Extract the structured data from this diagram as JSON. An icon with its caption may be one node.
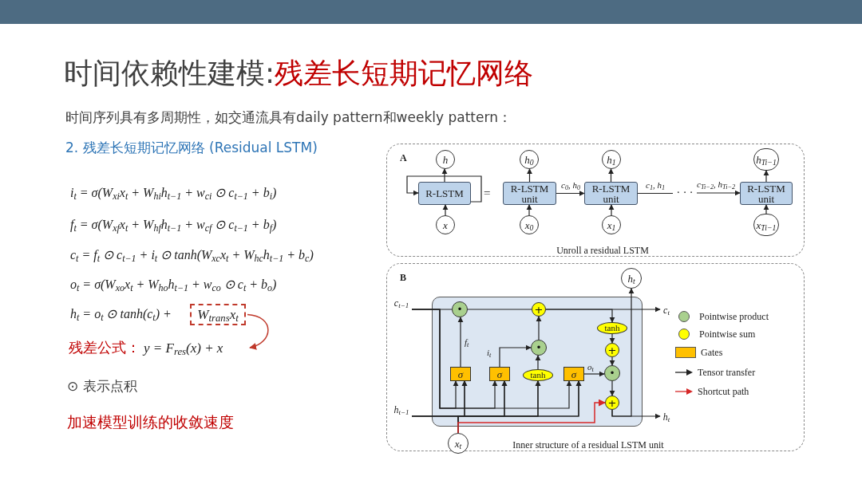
{
  "diagram": {
    "title": "时间依赖性建模:残差长短期记忆网络",
    "nodes": [
      {
        "text": [
          "W$_{trans}$x$_{t}$"
        ]
      },
      {
        "text": [
          "残差公式：",
          "y = F$_{res}$(x) + x"
        ]
      },
      {
        "text": [
          "A",
          "Unroll a residual LSTM"
        ]
      },
      {
        "text": [
          "h"
        ],
        "in": 2
      },
      {
        "text": [
          "R-LSTM"
        ],
        "in": 2
      },
      {
        "text": [
          "x"
        ],
        "in": 2
      },
      {
        "text": [
          "h$_{0}$"
        ],
        "in": 2
      },
      {
        "text": [
          "R-LSTM unit"
        ],
        "in": 2
      },
      {
        "text": [
          "x$_{0}$"
        ],
        "in": 2
      },
      {
        "text": [
          "h$_{1}$"
        ],
        "in": 2
      },
      {
        "text": [
          "R-LSTM unit"
        ],
        "in": 2
      },
      {
        "text": [
          "x$_{1}$"
        ],
        "in": 2
      },
      {
        "text": [
          "· · ·"
        ],
        "in": 2
      },
      {
        "text": [
          "h$_{Ti−1}$"
        ],
        "in": 2
      },
      {
        "text": [
          "R-LSTM unit"
        ],
        "in": 2
      },
      {
        "text": [
          "x$_{Ti−1}$"
        ],
        "in": 2
      },
      {
        "text": [
          "B",
          "Inner structure of a residual LSTM unit"
        ]
      },
      {
        "text": [
          "h$_{t}$"
        ],
        "in": 16
      },
      {
        "text": [
          "c$_{t−1}$"
        ],
        "in": 16
      },
      {
        "text": [],
        "shape": "box",
        "in": 16
      },
      {
        "text": [
          "•"
        ],
        "in": 19
      },
      {
        "text": [
          "+"
        ],
        "in": 19
      },
      {
        "text": [
          "tanh"
        ],
        "in": 19
      },
      {
        "text": [
          "•"
        ],
        "in": 19
      },
      {
        "text": [
          "+"
        ],
        "in": 19
      },
      {
        "text": [
          "σ"
        ],
        "in": 19
      },
      {
        "text": [
          "σ"
        ],
        "in": 19
      },
      {
        "text": [
          "tanh"
        ],
        "in": 19
      },
      {
        "text": [
          "σ"
        ],
        "in": 19
      },
      {
        "text": [
          "•"
        ],
        "in": 19
      },
      {
        "text": [
          "+"
        ],
        "in": 19
      },
      {
        "text": [
          "h$_{t−1}$"
        ],
        "in": 16
      },
      {
        "text": [
          "x$_{t}$"
        ],
        "in": 16
      },
      {
        "text": [
          "c$_{t}$"
        ],
        "in": 16
      },
      {
        "text": [
          "h$_{t}$"
        ],
        "in": 16
      }
    ],
    "edges": [
      {
        "from": 0,
        "to": 1,
        "arrow": "to",
        "color": "#c0392b"
      },
      {
        "from": 5,
        "to": 4,
        "arrow": "to"
      },
      {
        "from": 4,
        "to": 3,
        "arrow": "to"
      },
      {
        "from": 4,
        "to": 4,
        "arrow": "to"
      },
      {
        "from": 8,
        "to": 7,
        "arrow": "to"
      },
      {
        "from": 7,
        "to": 6,
        "arrow": "to"
      },
      {
        "from": 11,
        "to": 10,
        "arrow": "to"
      },
      {
        "from": 10,
        "to": 9,
        "arrow": "to"
      },
      {
        "from": 15,
        "to": 14,
        "arrow": "to"
      },
      {
        "from": 14,
        "to": 13,
        "arrow": "to"
      },
      {
        "from": 7,
        "to": 10,
        "arrow": "to",
        "label": "c$_{0}$, h$_{0}$"
      },
      {
        "from": 10,
        "to": 12,
        "arrow": "none",
        "label": "c$_{1}$, h$_{1}$"
      },
      {
        "from": 12,
        "to": 14,
        "arrow": "to",
        "label": "c$_{Ti−2}$, h$_{Ti−2}$"
      },
      {
        "from": 18,
        "to": 20,
        "arrow": "none"
      },
      {
        "from": 20,
        "to": 21,
        "arrow": "none"
      },
      {
        "from": 21,
        "to": 22,
        "arrow": "to"
      },
      {
        "from": 21,
        "to": 33,
        "arrow": "to"
      },
      {
        "from": 25,
        "to": 20,
        "arrow": "to",
        "label": "f$_{t}$"
      },
      {
        "from": 26,
        "to": 23,
        "arrow": "to",
        "label": "i$_{t}$"
      },
      {
        "from": 27,
        "to": 23,
        "arrow": "to"
      },
      {
        "from": 23,
        "to": 21,
        "arrow": "to"
      },
      {
        "from": 28,
        "to": 29,
        "arrow": "to",
        "label": "o$_{t}$"
      },
      {
        "from": 22,
        "to": 24,
        "arrow": "to"
      },
      {
        "from": 24,
        "to": 29,
        "arrow": "to"
      },
      {
        "from": 29,
        "to": 30,
        "arrow": "to"
      },
      {
        "from": 30,
        "to": 34,
        "arrow": "to"
      },
      {
        "from": 30,
        "to": 17,
        "arrow": "to"
      },
      {
        "from": 18,
        "to": 25,
        "arrow": "to"
      },
      {
        "from": 18,
        "to": 26,
        "arrow": "to"
      },
      {
        "from": 18,
        "to": 28,
        "arrow": "to"
      },
      {
        "from": 31,
        "to": 25,
        "arrow": "to"
      },
      {
        "from": 31,
        "to": 26,
        "arrow": "to"
      },
      {
        "from": 31,
        "to": 27,
        "arrow": "to"
      },
      {
        "from": 31,
        "to": 28,
        "arrow": "to"
      },
      {
        "from": 32,
        "to": 25,
        "arrow": "to"
      },
      {
        "from": 32,
        "to": 26,
        "arrow": "to"
      },
      {
        "from": 32,
        "to": 27,
        "arrow": "to"
      },
      {
        "from": 32,
        "to": 28,
        "arrow": "to"
      },
      {
        "from": 32,
        "to": 30,
        "arrow": "to",
        "color": "#d62828"
      }
    ],
    "labels": [
      "时间序列具有多周期性，如交通流具有daily pattern和weekly pattern：",
      "2. 残差长短期记忆网络 (Residual LSTM)",
      "i$_{t}$ = σ(W$_{xi}$x$_{t}$ + W$_{hi}$h$_{t−1}$ + w$_{ci}$ ⊙ c$_{t−1}$ + b$_{i}$)",
      "f$_{t}$ = σ(W$_{xf}$x$_{t}$ + W$_{hf}$h$_{t−1}$ + w$_{cf}$ ⊙ c$_{t−1}$ + b$_{f}$)",
      "c$_{t}$ = f$_{t}$ ⊙ c$_{t−1}$ + i$_{t}$ ⊙ tanh(W$_{xc}$x$_{t}$ + W$_{hc}$h$_{t−1}$ + b$_{c}$)",
      "o$_{t}$ = σ(W$_{xo}$x$_{t}$ + W$_{ho}$h$_{t−1}$ + w$_{co}$ ⊙ c$_{t}$ + b$_{o}$)",
      "h$_{t}$ = o$_{t}$ ⊙ tanh(c$_{t}$) +",
      "⊙ 表示点积",
      "加速模型训练的收敛速度",
      "="
    ],
    "legend": [
      {
        "text": "Pointwise product",
        "color": "#a9d08e"
      },
      {
        "text": "Pointwise sum",
        "color": "#ffff00"
      },
      {
        "text": "Gates",
        "color": "#ffc000"
      },
      {
        "text": "Tensor transfer"
      },
      {
        "text": "Shortcut path"
      }
    ]
  }
}
